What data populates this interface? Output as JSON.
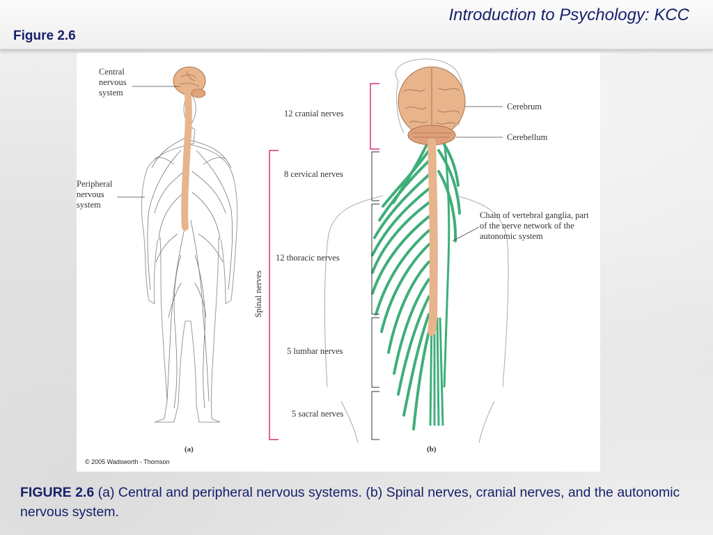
{
  "header": {
    "course_title": "Introduction to Psychology: KCC",
    "figure_label": "Figure 2.6"
  },
  "figure": {
    "panel_a": {
      "label_cns": [
        "Central",
        "nervous",
        "system"
      ],
      "label_pns": [
        "Peripheral",
        "nervous",
        "system"
      ],
      "caption_letter": "(a)"
    },
    "panel_b": {
      "cranial": "12 cranial nerves",
      "cervical": "8 cervical nerves",
      "thoracic": "12 thoracic nerves",
      "lumbar": "5 lumbar nerves",
      "sacral": "5 sacral nerves",
      "spinal_nerves": "Spinal nerves",
      "cerebrum": "Cerebrum",
      "cerebellum": "Cerebellum",
      "chain": [
        "Chain of vertebral ganglia, part",
        "of the nerve network of the",
        "autonomic system"
      ],
      "caption_letter": "(b)"
    },
    "copyright": "© 2005 Wadsworth - Thomson",
    "colors": {
      "brain": "#e8b48c",
      "nerve_green": "#3fae7a",
      "bracket_pink": "#d4317a",
      "title_blue": "#16206a"
    }
  },
  "caption": {
    "bold_lead": "FIGURE 2.6",
    "text": " (a) Central and peripheral nervous systems. (b) Spinal nerves, cranial nerves, and the autonomic nervous system."
  }
}
